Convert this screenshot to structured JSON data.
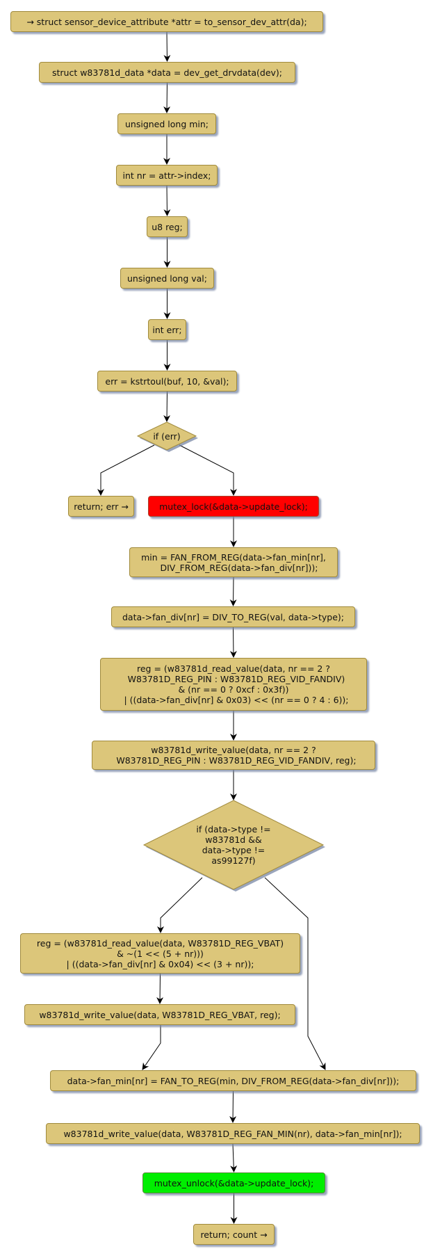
{
  "diagram": {
    "type": "flowchart",
    "colors": {
      "node_fill": "#dcc67a",
      "node_border": "#a08a3c",
      "lock_fill": "#ff0000",
      "unlock_fill": "#00ee00",
      "edge": "#000000",
      "shadow": "#7887a5"
    },
    "nodes": [
      {
        "id": "n0",
        "kind": "start",
        "label": "→ struct sensor_device_attribute *attr = to_sensor_dev_attr(da);"
      },
      {
        "id": "n1",
        "kind": "process",
        "label": "struct w83781d_data *data = dev_get_drvdata(dev);"
      },
      {
        "id": "n2",
        "kind": "process",
        "label": "unsigned long min;"
      },
      {
        "id": "n3",
        "kind": "process",
        "label": "int nr = attr->index;"
      },
      {
        "id": "n4",
        "kind": "process",
        "label": "u8 reg;"
      },
      {
        "id": "n5",
        "kind": "process",
        "label": "unsigned long val;"
      },
      {
        "id": "n6",
        "kind": "process",
        "label": "int err;"
      },
      {
        "id": "n7",
        "kind": "process",
        "label": "err = kstrtoul(buf, 10, &val);"
      },
      {
        "id": "d1",
        "kind": "decision",
        "label": "if (err)"
      },
      {
        "id": "n8",
        "kind": "end",
        "label": "return; err →"
      },
      {
        "id": "n9",
        "kind": "lock",
        "label": "mutex_lock(&data->update_lock);"
      },
      {
        "id": "n10",
        "kind": "process",
        "label": "min = FAN_FROM_REG(data->fan_min[nr],\n    DIV_FROM_REG(data->fan_div[nr]));"
      },
      {
        "id": "n11",
        "kind": "process",
        "label": "data->fan_div[nr] = DIV_TO_REG(val, data->type);"
      },
      {
        "id": "n12",
        "kind": "process",
        "label": "reg = (w83781d_read_value(data, nr == 2 ?\n  W83781D_REG_PIN : W83781D_REG_VID_FANDIV)\n& (nr == 0 ? 0xcf : 0x3f))\n  | ((data->fan_div[nr] & 0x03) << (nr == 0 ? 4 : 6));"
      },
      {
        "id": "n13",
        "kind": "process",
        "label": "w83781d_write_value(data, nr == 2 ?\n  W83781D_REG_PIN : W83781D_REG_VID_FANDIV, reg);"
      },
      {
        "id": "d2",
        "kind": "decision",
        "label": "if (data->type !=\nw83781d &&\ndata->type !=\nas99127f)"
      },
      {
        "id": "n14",
        "kind": "process",
        "label": "reg = (w83781d_read_value(data, W83781D_REG_VBAT)\n& ~(1 << (5 + nr)))\n| ((data->fan_div[nr] & 0x04) << (3 + nr));"
      },
      {
        "id": "n15",
        "kind": "process",
        "label": "w83781d_write_value(data, W83781D_REG_VBAT, reg);"
      },
      {
        "id": "n16",
        "kind": "process",
        "label": "data->fan_min[nr] = FAN_TO_REG(min, DIV_FROM_REG(data->fan_div[nr]));"
      },
      {
        "id": "n17",
        "kind": "process",
        "label": "w83781d_write_value(data, W83781D_REG_FAN_MIN(nr), data->fan_min[nr]);"
      },
      {
        "id": "n18",
        "kind": "unlock",
        "label": "mutex_unlock(&data->update_lock);"
      },
      {
        "id": "n19",
        "kind": "end",
        "label": "return; count →"
      }
    ],
    "edges": [
      {
        "from": "n0",
        "to": "n1"
      },
      {
        "from": "n1",
        "to": "n2"
      },
      {
        "from": "n2",
        "to": "n3"
      },
      {
        "from": "n3",
        "to": "n4"
      },
      {
        "from": "n4",
        "to": "n5"
      },
      {
        "from": "n5",
        "to": "n6"
      },
      {
        "from": "n6",
        "to": "n7"
      },
      {
        "from": "n7",
        "to": "d1"
      },
      {
        "from": "d1",
        "to": "n8",
        "branch": "true"
      },
      {
        "from": "d1",
        "to": "n9",
        "branch": "false"
      },
      {
        "from": "n9",
        "to": "n10"
      },
      {
        "from": "n10",
        "to": "n11"
      },
      {
        "from": "n11",
        "to": "n12"
      },
      {
        "from": "n12",
        "to": "n13"
      },
      {
        "from": "n13",
        "to": "d2"
      },
      {
        "from": "d2",
        "to": "n14",
        "branch": "true"
      },
      {
        "from": "d2",
        "to": "n16",
        "branch": "false"
      },
      {
        "from": "n14",
        "to": "n15"
      },
      {
        "from": "n15",
        "to": "n16"
      },
      {
        "from": "n16",
        "to": "n17"
      },
      {
        "from": "n17",
        "to": "n18"
      },
      {
        "from": "n18",
        "to": "n19"
      }
    ]
  }
}
